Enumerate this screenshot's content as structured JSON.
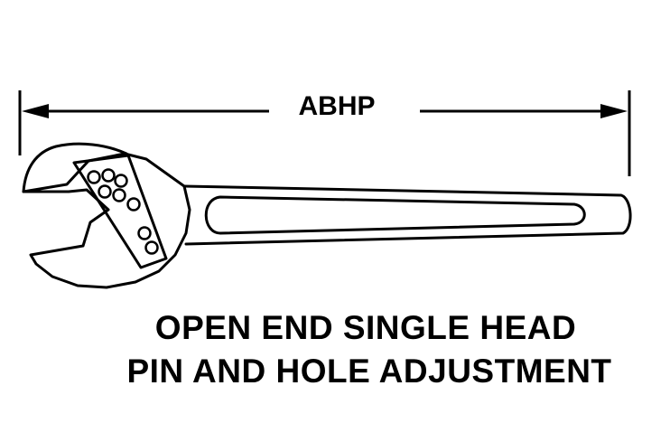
{
  "dimension": {
    "label": "ABHP"
  },
  "caption": {
    "line1": "OPEN END SINGLE HEAD",
    "line2": "PIN AND HOLE ADJUSTMENT"
  },
  "colors": {
    "ink": "#000000",
    "background": "#ffffff"
  }
}
